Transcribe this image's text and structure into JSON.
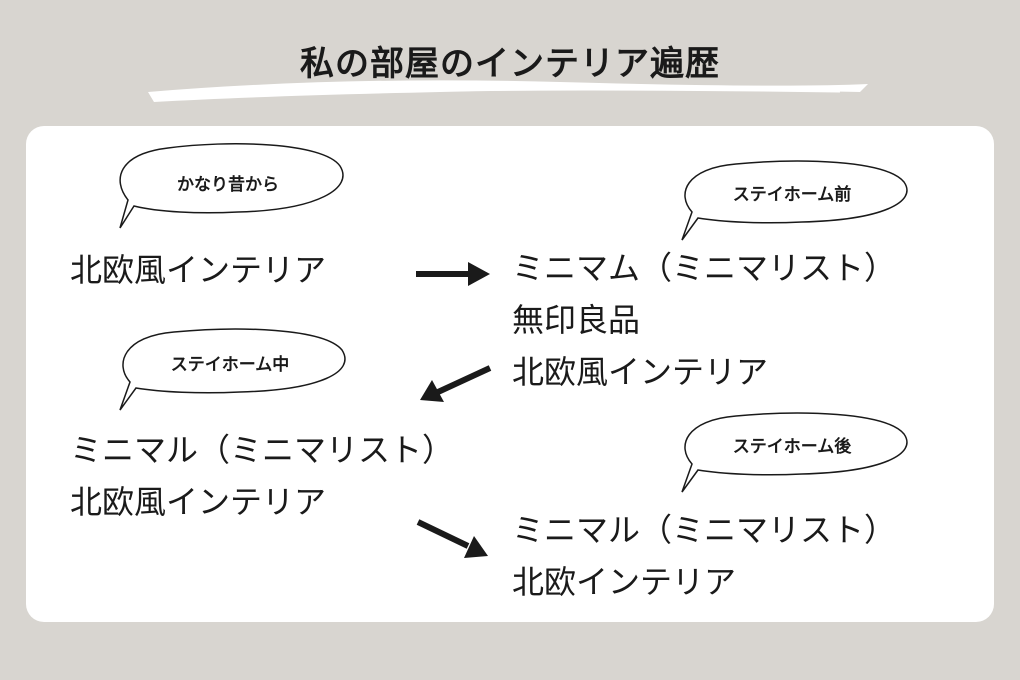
{
  "title": "私の部屋のインテリア遍歴",
  "sections": {
    "long_ago": {
      "label": "かなり昔から",
      "lines": [
        "北欧風インテリア"
      ]
    },
    "before_stay_home": {
      "label": "ステイホーム前",
      "lines": [
        "ミニマム（ミニマリスト）",
        "無印良品",
        "北欧風インテリア"
      ]
    },
    "during_stay_home": {
      "label": "ステイホーム中",
      "lines": [
        "ミニマル（ミニマリスト）",
        "北欧風インテリア"
      ]
    },
    "after_stay_home": {
      "label": "ステイホーム後",
      "lines": [
        "ミニマル（ミニマリスト）",
        "北欧インテリア"
      ]
    }
  },
  "colors": {
    "background": "#d8d5d0",
    "card": "#ffffff",
    "text": "#1a1a1a"
  },
  "icons": [
    "brush-stroke-underline",
    "speech-bubble",
    "arrow-right",
    "arrow-down-left",
    "arrow-down-right"
  ]
}
